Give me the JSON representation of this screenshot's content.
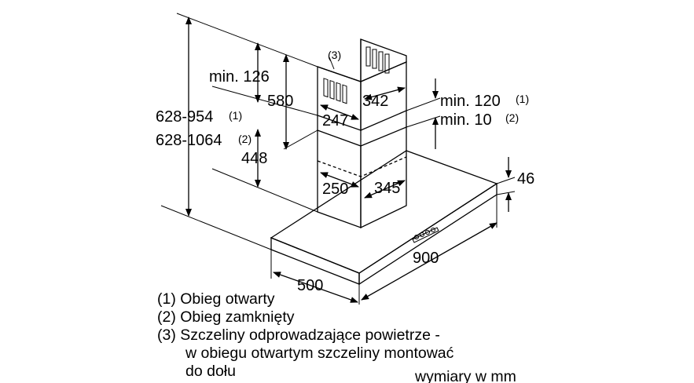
{
  "dimensions": {
    "min126": "min. 126",
    "d580": "580",
    "d342": "342",
    "d247": "247",
    "d628_954": "628-954",
    "d628_954_ref": "(1)",
    "d628_1064": "628-1064",
    "d628_1064_ref": "(2)",
    "d448": "448",
    "d250": "250",
    "d345": "345",
    "min120": "min. 120",
    "min120_ref": "(1)",
    "min10": "min. 10",
    "min10_ref": "(2)",
    "d46": "46",
    "d900": "900",
    "d500": "500",
    "callout3": "(3)"
  },
  "legend": {
    "line1": "(1) Obieg otwarty",
    "line2": "(2) Obieg zamknięty",
    "line3": "(3) Szczeliny odprowadzające powietrze -",
    "line4": "w obiegu otwartym szczeliny montować",
    "line5": "do dołu",
    "units": "wymiary w mm"
  }
}
